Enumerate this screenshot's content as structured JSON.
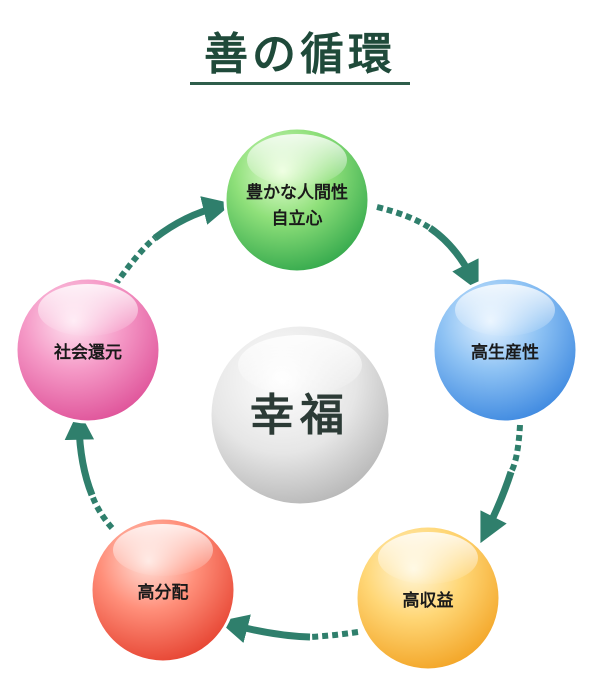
{
  "title": "善の循環",
  "center": {
    "label": "幸福"
  },
  "nodes": [
    {
      "lines": [
        "豊かな人間性",
        "自立心"
      ],
      "color": "green"
    },
    {
      "lines": [
        "高生産性"
      ],
      "color": "blue"
    },
    {
      "lines": [
        "高収益"
      ],
      "color": "orange"
    },
    {
      "lines": [
        "高分配"
      ],
      "color": "red"
    },
    {
      "lines": [
        "社会還元"
      ],
      "color": "pink"
    }
  ]
}
